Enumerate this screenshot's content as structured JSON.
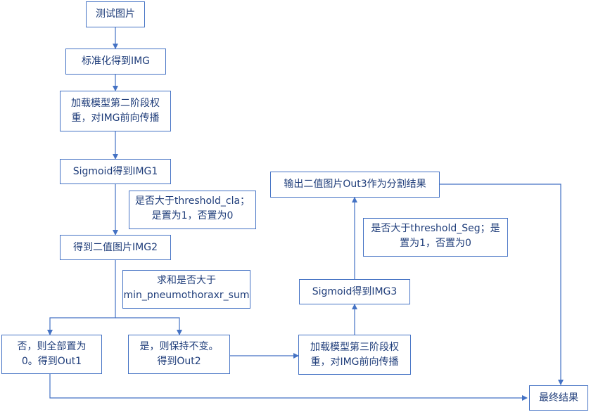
{
  "nodes": {
    "test_image": "测试图片",
    "normalize": "标准化得到IMG",
    "load_stage2": [
      "加载模型第二阶段权",
      "重，对IMG前向传播"
    ],
    "sigmoid1": "Sigmoid得到IMG1",
    "binary2": "得到二值图片IMG2",
    "no_branch": [
      "否，则全部置为",
      "0。得到Out1"
    ],
    "yes_branch": [
      "是，则保持不变。",
      "得到Out2"
    ],
    "load_stage3": [
      "加载模型第三阶段权",
      "重，对IMG前向传播"
    ],
    "sigmoid3": "Sigmoid得到IMG3",
    "output": "输出二值图片Out3作为分割结果",
    "final": "最终结果"
  },
  "notes": {
    "threshold_cla": [
      "是否大于threshold_cla；",
      "是置为1，否置为0"
    ],
    "sum_check": [
      "求和是否大于",
      "min_pneumothoraxr_sum"
    ],
    "threshold_seg": [
      "是否大于threshold_Seg；是",
      "置为1，否置为0"
    ]
  },
  "colors": {
    "border": "#4472c4",
    "connector": "#4472c4",
    "text": "#1f3d7a"
  }
}
